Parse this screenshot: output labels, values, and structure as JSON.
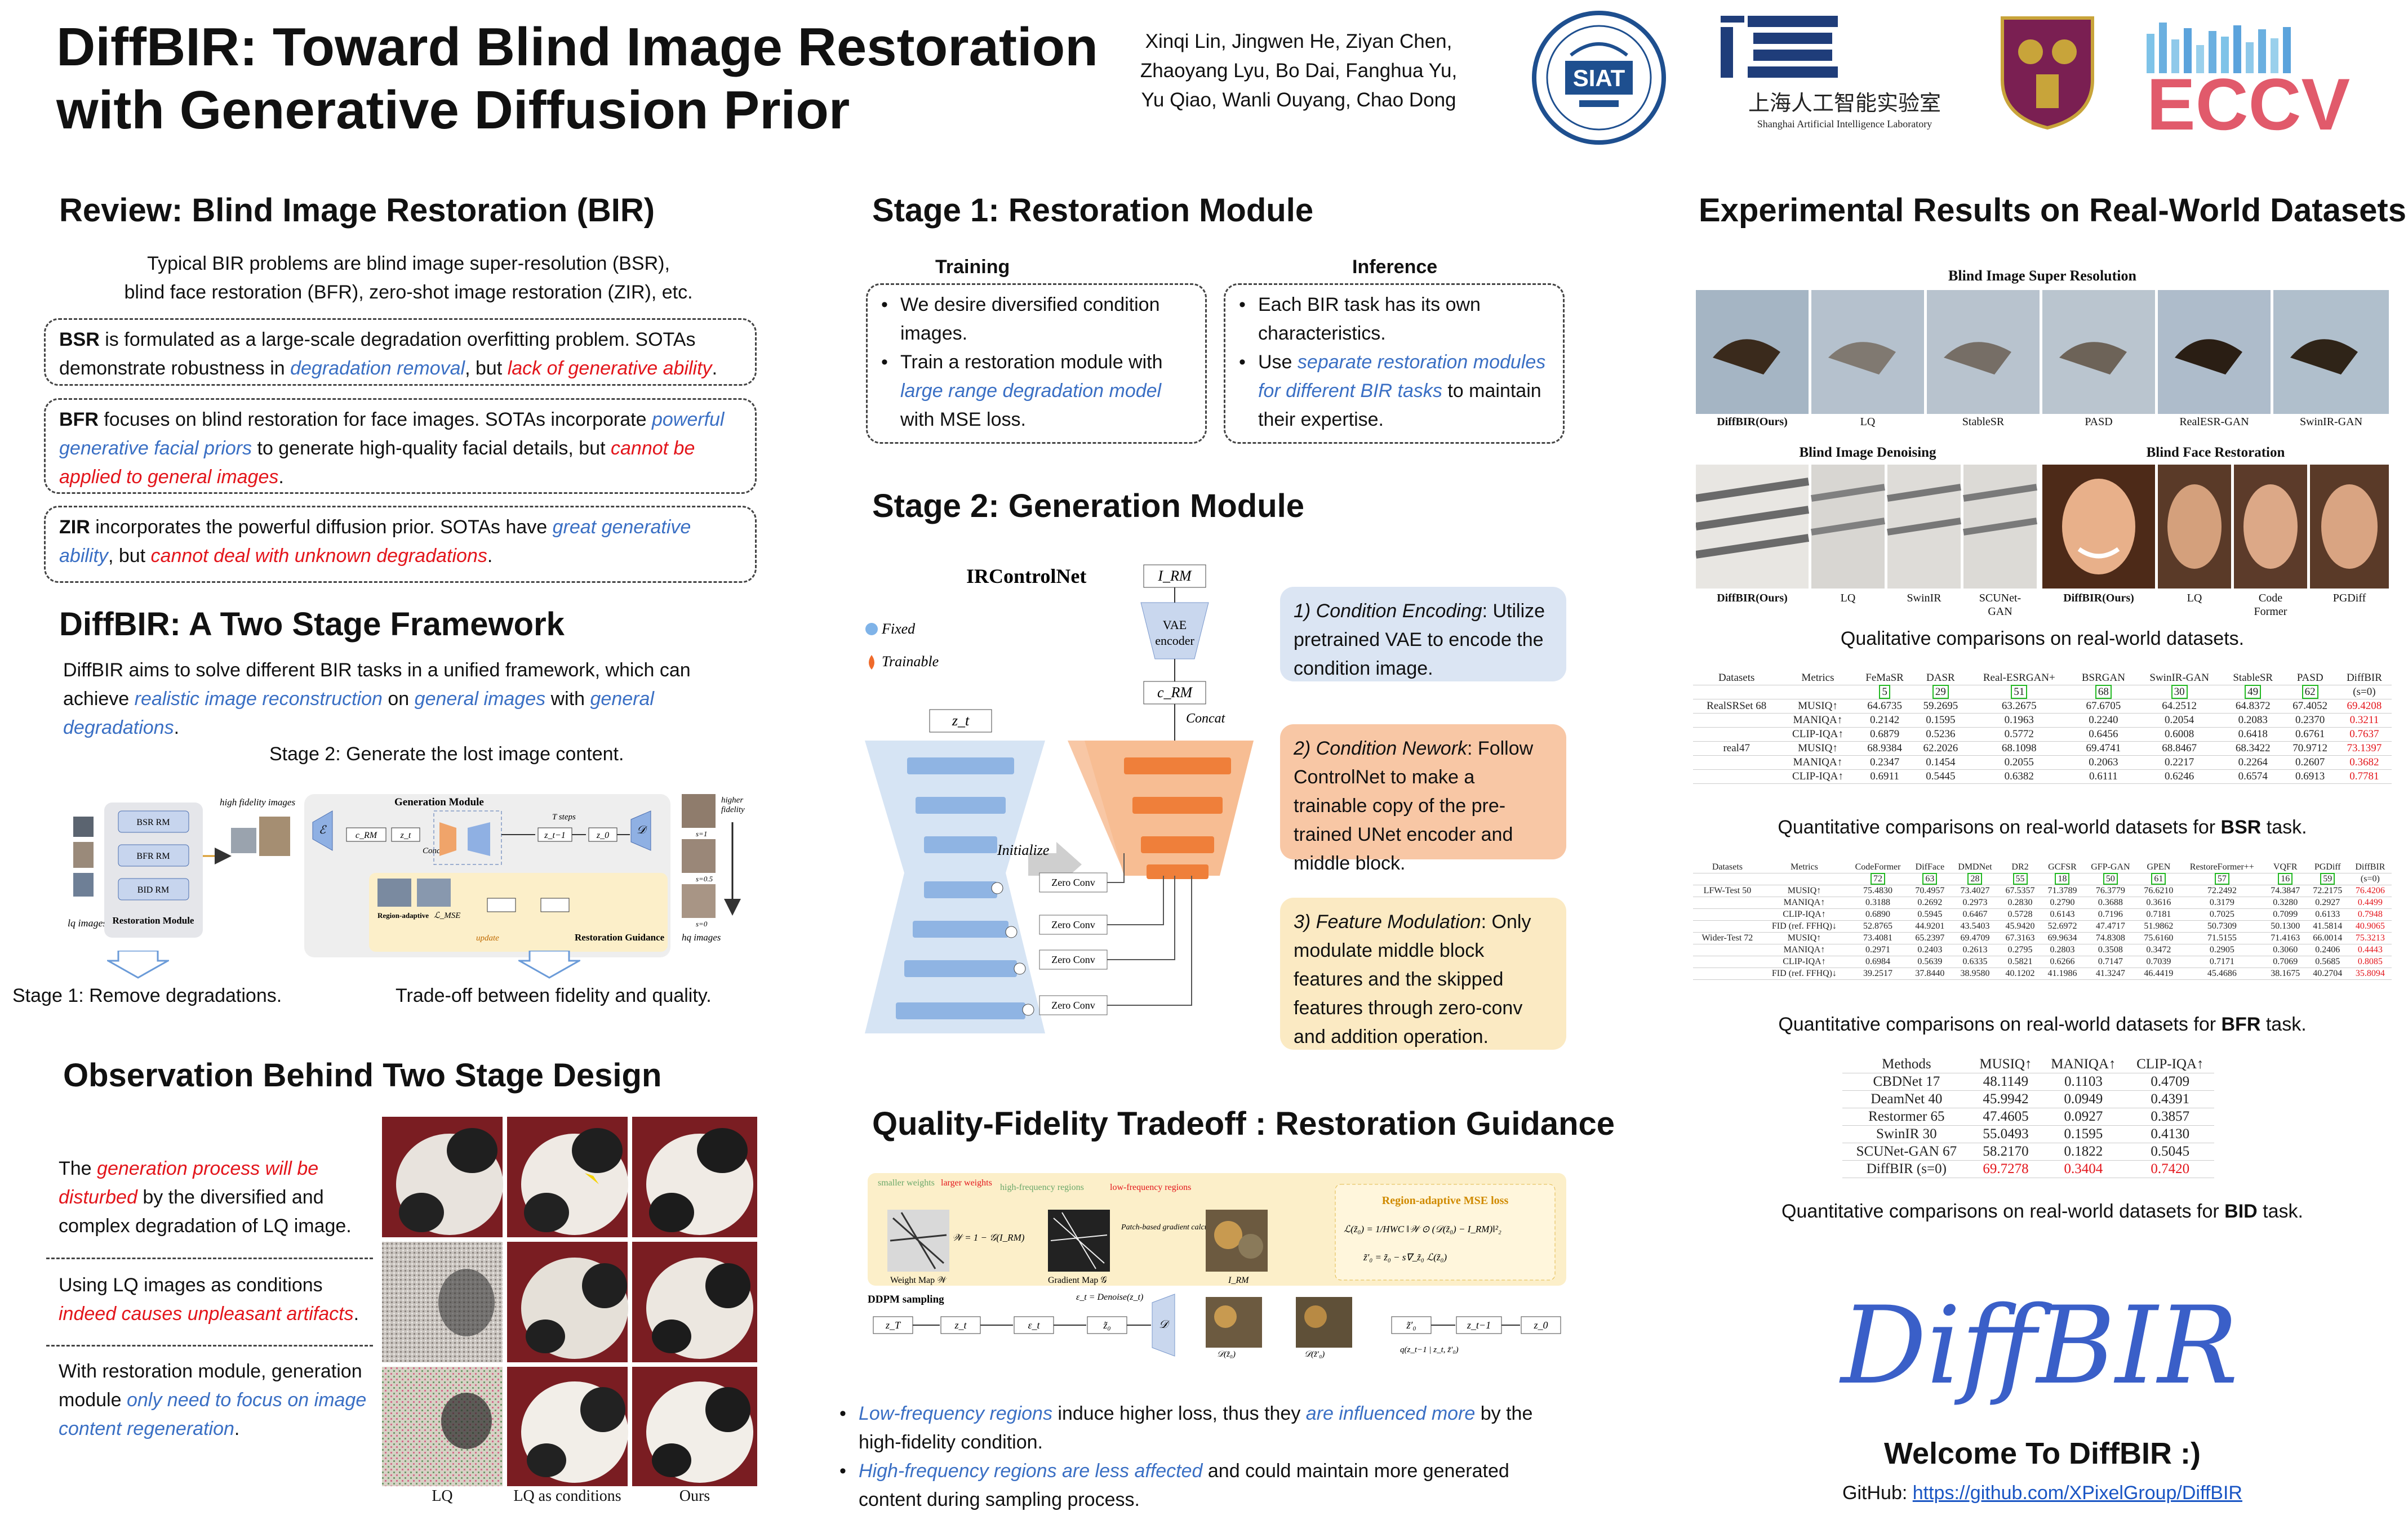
{
  "header": {
    "title_line1": "DiffBIR: Toward Blind Image Restoration",
    "title_line2": "with Generative Diffusion Prior",
    "authors_line1": "Xinqi Lin, Jingwen He, Ziyan Chen,",
    "authors_line2": "Zhaoyang Lyu, Bo Dai, Fanghua Yu,",
    "authors_line3": "Yu Qiao, Wanli Ouyang, Chao Dong",
    "logo_siat": "SIAT",
    "logo_shlab_cn": "上海人工智能实验室",
    "logo_shlab_en": "Shanghai Artificial Intelligence Laboratory",
    "logo_eccv": "ECCV"
  },
  "review": {
    "heading": "Review: Blind Image Restoration (BIR)",
    "intro1": "Typical BIR problems are blind image super-resolution (BSR),",
    "intro2": "blind face restoration (BFR), zero-shot image restoration (ZIR), etc.",
    "bsr": {
      "term": "BSR",
      "a": " is formulated as a large-scale degradation overfitting problem. SOTAs demonstrate robustness in ",
      "b": "degradation removal",
      "c": ", but ",
      "d": "lack of generative ability",
      "e": "."
    },
    "bfr": {
      "term": "BFR",
      "a": " focuses on blind restoration for face images. SOTAs incorporate ",
      "b": "powerful generative facial priors",
      "c": " to generate high-quality facial details, but ",
      "d": "cannot be applied to general images",
      "e": "."
    },
    "zir": {
      "term": "ZIR",
      "a": " incorporates the powerful diffusion prior. SOTAs have ",
      "b": "great generative ability",
      "c": ", but ",
      "d": "cannot deal with unknown degradations",
      "e": "."
    }
  },
  "framework": {
    "heading": "DiffBIR: A Two Stage Framework",
    "a": "DiffBIR aims to solve different BIR tasks in a unified framework, which can achieve ",
    "b": "realistic image reconstruction",
    "c": " on ",
    "d": "general images",
    "e": " with ",
    "f": "general degradations",
    "g": ".",
    "stage2_caption": "Stage 2: Generate the lost image content.",
    "stage1_caption": "Stage 1: Remove degradations.",
    "tradeoff_caption": "Trade-off between fidelity and quality.",
    "fig": {
      "bsr": "BSR RM",
      "bfr": "BFR RM",
      "bid": "BID RM",
      "rm": "Restoration Module",
      "lq": "lq images",
      "hf": "high fidelity images",
      "gm": "Generation Module",
      "rg": "Restoration Guidance",
      "ram": "Region-adaptive",
      "update": "update",
      "hq": "hq images",
      "higher": "higher",
      "fidelity": "fidelity",
      "tsteps": "T steps",
      "concat": "Concat",
      "s1": "s=1",
      "s05": "s=0.5",
      "s0": "s=0",
      "enc": "ℰ",
      "dec": "𝒟",
      "crm": "c_RM",
      "zt": "z_t",
      "zt1": "z_t−1",
      "z0": "z_0",
      "lmse": "ℒ_MSE"
    }
  },
  "observation": {
    "heading": "Observation Behind Two Stage Design",
    "o1": {
      "a": "The ",
      "b": "generation process will be disturbed",
      "c": " by the diversified and complex degradation of LQ image."
    },
    "o2": {
      "a": "Using LQ images as conditions ",
      "b": "indeed causes unpleasant artifacts",
      "c": "."
    },
    "o3": {
      "a": "With restoration module, generation module ",
      "b": "only need to focus on image content regeneration",
      "c": "."
    },
    "cols": [
      "LQ",
      "LQ as conditions",
      "Ours"
    ]
  },
  "stage1": {
    "heading": "Stage 1: Restoration Module",
    "training_title": "Training",
    "inference_title": "Inference",
    "t1": "We desire diversified condition images.",
    "t2a": "Train a restoration module with ",
    "t2b": "large range degradation model",
    "t2c": " with MSE loss.",
    "i1": "Each BIR task has its own characteristics.",
    "i2a": "Use ",
    "i2b": "separate restoration modules for different BIR tasks",
    "i2c": " to maintain their expertise."
  },
  "stage2": {
    "heading": "Stage 2: Generation Module",
    "fig": {
      "title": "IRControlNet",
      "fixed": "Fixed",
      "trainable": "Trainable",
      "irm": "I_RM",
      "vae": "VAE",
      "encoder": "encoder",
      "crm": "c_RM",
      "concat": "Concat",
      "zt": "z_t",
      "init": "Initialize",
      "zc": "Zero Conv"
    },
    "c1": {
      "a": "1) Condition Encoding",
      "b": ": Utilize pretrained VAE to encode the condition image."
    },
    "c2": {
      "a": "2) Condition Nework",
      "b": ": Follow ControlNet to make a trainable copy of the pre-trained UNet encoder and middle block."
    },
    "c3": {
      "a": "3) Feature Modulation",
      "b": ": Only modulate middle block features and the skipped features through zero-conv and addition operation."
    }
  },
  "tradeoff": {
    "heading": "Quality-Fidelity Tradeoff : Restoration Guidance",
    "fig": {
      "smaller": "smaller weights",
      "larger": "larger weights",
      "hf": "high-frequency regions",
      "lf": "low-frequency regions",
      "wmap": "Weight Map 𝒲",
      "gmap": "Gradient Map 𝒢",
      "patch": "Patch-based gradient calculation",
      "irm": "I_RM",
      "ram": "Region-adaptive MSE loss",
      "eq1": "ℒ(z̃₀) = 1/HWC ‖𝒲 ⊙ (𝒟(z̃₀) − I_RM)‖²₂",
      "eq2": "z̃′₀ = z̃₀ − s∇_z̃₀ ℒ(z̃₀)",
      "wdef": "𝒲 = 1 − 𝒢(I_RM)",
      "ddpm": "DDPM sampling",
      "den": "ε_t = Denoise(z_t)",
      "d0": "𝒟(z̃₀)",
      "d0p": "𝒟(z̃′₀)",
      "q": "q(z_t−1 | z_t, z̃′₀)",
      "zT": "z_T",
      "zt": "z_t",
      "et": "ε_t",
      "z0t": "z̃₀",
      "z0p": "z̃′₀",
      "zt1": "z_t−1",
      "z0": "z_0",
      "dec": "𝒟"
    },
    "b1a": "Low-frequency regions",
    "b1b": " induce higher loss, thus they ",
    "b1c": "are influenced more",
    "b1d": " by the high-fidelity condition.",
    "b2a": "High-frequency regions are less affected",
    "b2b": " and could maintain more generated content during sampling process."
  },
  "results": {
    "heading": "Experimental Results on Real-World Datasets",
    "bsr_title": "Blind Image Super Resolution",
    "bsr_labels": [
      "DiffBIR(Ours)",
      "LQ",
      "StableSR",
      "PASD",
      "RealESR-GAN",
      "SwinIR-GAN"
    ],
    "bid_title": "Blind Image Denoising",
    "bid_labels": [
      "DiffBIR(Ours)",
      "LQ",
      "SwinIR",
      "SCUNet-GAN"
    ],
    "bfr_title": "Blind Face Restoration",
    "bfr_labels": [
      "DiffBIR(Ours)",
      "LQ",
      "Code Former",
      "PGDiff"
    ],
    "qual_caption": "Qualitative comparisons on real-world datasets.",
    "bsr_caption": "Quantitative comparisons on real-world datasets for ",
    "bsr_caption_b": "BSR",
    "bfr_caption": "Quantitative comparisons on real-world datasets for ",
    "bfr_caption_b": "BFR",
    "bid_caption": "Quantitative comparisons on real-world datasets for ",
    "bid_caption_b": "BID",
    "task": " task.",
    "bsr_table": {
      "head": [
        "Datasets",
        "Metrics",
        "FeMaSR",
        "DASR",
        "Real-ESRGAN+",
        "BSRGAN",
        "SwinIR-GAN",
        "StableSR",
        "PASD",
        "DiffBIR"
      ],
      "refs": [
        "5",
        "29",
        "51",
        "68",
        "30",
        "49",
        "62",
        "(s=0)"
      ],
      "rows": [
        [
          "RealSRSet 68",
          "MUSIQ↑",
          "64.6735",
          "59.2695",
          "63.2675",
          "67.6705",
          "64.2512",
          "64.8372",
          "67.4052",
          "69.4208"
        ],
        [
          "",
          "MANIQA↑",
          "0.2142",
          "0.1595",
          "0.1963",
          "0.2240",
          "0.2054",
          "0.2083",
          "0.2370",
          "0.3211"
        ],
        [
          "",
          "CLIP-IQA↑",
          "0.6879",
          "0.5236",
          "0.5772",
          "0.6456",
          "0.6008",
          "0.6418",
          "0.6761",
          "0.7637"
        ],
        [
          "real47",
          "MUSIQ↑",
          "68.9384",
          "62.2026",
          "68.1098",
          "69.4741",
          "68.8467",
          "68.3422",
          "70.9712",
          "73.1397"
        ],
        [
          "",
          "MANIQA↑",
          "0.2347",
          "0.1454",
          "0.2055",
          "0.2063",
          "0.2217",
          "0.2264",
          "0.2607",
          "0.3682"
        ],
        [
          "",
          "CLIP-IQA↑",
          "0.6911",
          "0.5445",
          "0.6382",
          "0.6111",
          "0.6246",
          "0.6574",
          "0.6913",
          "0.7781"
        ]
      ]
    },
    "bfr_table": {
      "head": [
        "Datasets",
        "Metrics",
        "CodeFormer",
        "DifFace",
        "DMDNet",
        "DR2",
        "GCFSR",
        "GFP-GAN",
        "GPEN",
        "RestoreFormer++",
        "VQFR",
        "PGDiff",
        "DiffBIR"
      ],
      "refs": [
        "72",
        "63",
        "28",
        "55",
        "18",
        "50",
        "61",
        "57",
        "16",
        "59",
        "(s=0)"
      ],
      "rows": [
        [
          "LFW-Test 50",
          "MUSIQ↑",
          "75.4830",
          "70.4957",
          "73.4027",
          "67.5357",
          "71.3789",
          "76.3779",
          "76.6210",
          "72.2492",
          "74.3847",
          "72.2175",
          "76.4206"
        ],
        [
          "",
          "MANIQA↑",
          "0.3188",
          "0.2692",
          "0.2973",
          "0.2830",
          "0.2790",
          "0.3688",
          "0.3616",
          "0.3179",
          "0.3280",
          "0.2927",
          "0.4499"
        ],
        [
          "",
          "CLIP-IQA↑",
          "0.6890",
          "0.5945",
          "0.6467",
          "0.5728",
          "0.6143",
          "0.7196",
          "0.7181",
          "0.7025",
          "0.7099",
          "0.6133",
          "0.7948"
        ],
        [
          "",
          "FID (ref. FFHQ)↓",
          "52.8765",
          "44.9201",
          "43.5403",
          "45.9420",
          "52.6972",
          "47.4717",
          "51.9862",
          "50.7309",
          "50.1300",
          "41.5814",
          "40.9065"
        ],
        [
          "Wider-Test 72",
          "MUSIQ↑",
          "73.4081",
          "65.2397",
          "69.4709",
          "67.3163",
          "69.9634",
          "74.8308",
          "75.6160",
          "71.5155",
          "71.4163",
          "66.0014",
          "75.3213"
        ],
        [
          "",
          "MANIQA↑",
          "0.2971",
          "0.2403",
          "0.2613",
          "0.2795",
          "0.2803",
          "0.3508",
          "0.3472",
          "0.2905",
          "0.3060",
          "0.2406",
          "0.4443"
        ],
        [
          "",
          "CLIP-IQA↑",
          "0.6984",
          "0.5639",
          "0.6335",
          "0.5821",
          "0.6266",
          "0.7147",
          "0.7039",
          "0.7171",
          "0.7069",
          "0.5685",
          "0.8085"
        ],
        [
          "",
          "FID (ref. FFHQ)↓",
          "39.2517",
          "37.8440",
          "38.9580",
          "40.1202",
          "41.1986",
          "41.3247",
          "46.4419",
          "45.4686",
          "38.1675",
          "40.2704",
          "35.8094"
        ]
      ]
    },
    "bid_table": {
      "head": [
        "Methods",
        "MUSIQ↑",
        "MANIQA↑",
        "CLIP-IQA↑"
      ],
      "rows": [
        [
          "CBDNet 17",
          "48.1149",
          "0.1103",
          "0.4709"
        ],
        [
          "DeamNet 40",
          "45.9942",
          "0.0949",
          "0.4391"
        ],
        [
          "Restormer 65",
          "47.4605",
          "0.0927",
          "0.3857"
        ],
        [
          "SwinIR 30",
          "55.0493",
          "0.1595",
          "0.4130"
        ],
        [
          "SCUNet-GAN 67",
          "58.2170",
          "0.1822",
          "0.5045"
        ],
        [
          "DiffBIR (s=0)",
          "69.7278",
          "0.3404",
          "0.7420"
        ]
      ]
    },
    "logo": "DiffBIR",
    "welcome": "Welcome To DiffBIR :)",
    "github_label": "GitHub: ",
    "github_url": "https://github.com/XPixelGroup/DiffBIR"
  },
  "colors": {
    "blue": "#3a6fc4",
    "red": "#e3151b",
    "card1": "#dbe5f3",
    "card2": "#f8c7a5",
    "card3": "#fbeac3",
    "logo_blue": "#3a5fc8"
  }
}
